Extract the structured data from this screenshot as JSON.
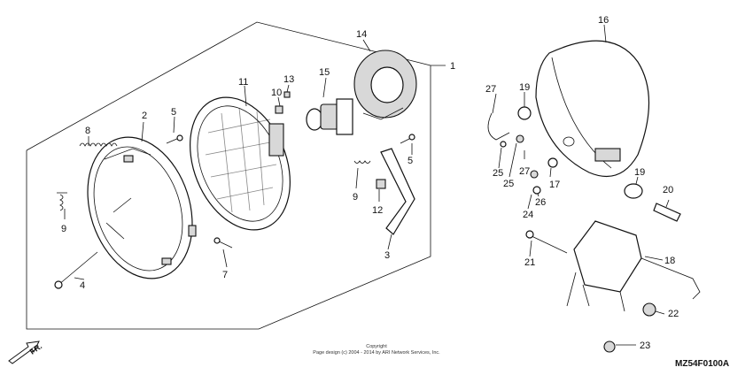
{
  "diagram": {
    "callouts": {
      "c1": "1",
      "c2": "2",
      "c3": "3",
      "c4": "4",
      "c5a": "5",
      "c5b": "5",
      "c7": "7",
      "c8": "8",
      "c9a": "9",
      "c9b": "9",
      "c10": "10",
      "c11": "11",
      "c12": "12",
      "c13": "13",
      "c14": "14",
      "c15": "15",
      "c16": "16",
      "c17": "17",
      "c18": "18",
      "c19a": "19",
      "c19b": "19",
      "c20": "20",
      "c21": "21",
      "c22": "22",
      "c23": "23",
      "c24": "24",
      "c25a": "25",
      "c25b": "25",
      "c26": "26",
      "c27a": "27",
      "c27b": "27"
    },
    "copyright_title": "Copyright",
    "copyright_text": "Page design (c) 2004 - 2014 by ARI Network Services, Inc.",
    "diagram_code": "MZ54F0100A",
    "front_label": "FR."
  }
}
